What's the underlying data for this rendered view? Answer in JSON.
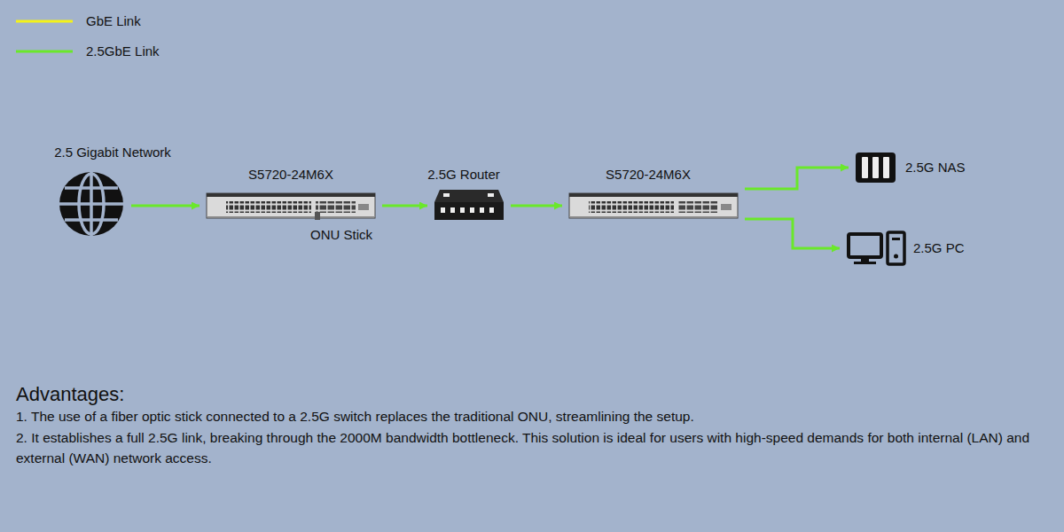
{
  "diagram": {
    "nodes": [
      {
        "text": [
          "2.5 Gigabit Network"
        ]
      },
      {
        "text": [
          "S5720-24M6X",
          "ONU Stick"
        ]
      },
      {
        "text": [
          "2.5G Router"
        ]
      },
      {
        "text": [
          "S5720-24M6X"
        ]
      },
      {
        "text": [
          "2.5G NAS"
        ]
      },
      {
        "text": [
          "2.5G PC"
        ]
      }
    ],
    "edges": [
      {
        "from": 0,
        "to": 1,
        "arrow": "to"
      },
      {
        "from": 1,
        "to": 2,
        "arrow": "to"
      },
      {
        "from": 2,
        "to": 3,
        "arrow": "to"
      },
      {
        "from": 3,
        "to": 4,
        "arrow": "to"
      },
      {
        "from": 3,
        "to": 5,
        "arrow": "to"
      }
    ],
    "labels": [
      "Advantages:",
      "1. The use of a fiber optic stick connected to a 2.5G switch replaces the traditional ONU, streamlining the setup.",
      "2. It establishes a full 2.5G link, breaking through the 2000M bandwidth bottleneck. This solution is ideal for users with high-speed demands for both internal (LAN) and external (WAN) network access."
    ],
    "legend": [
      {
        "text": "GbE Link"
      },
      {
        "text": "2.5GbE Link"
      }
    ]
  }
}
